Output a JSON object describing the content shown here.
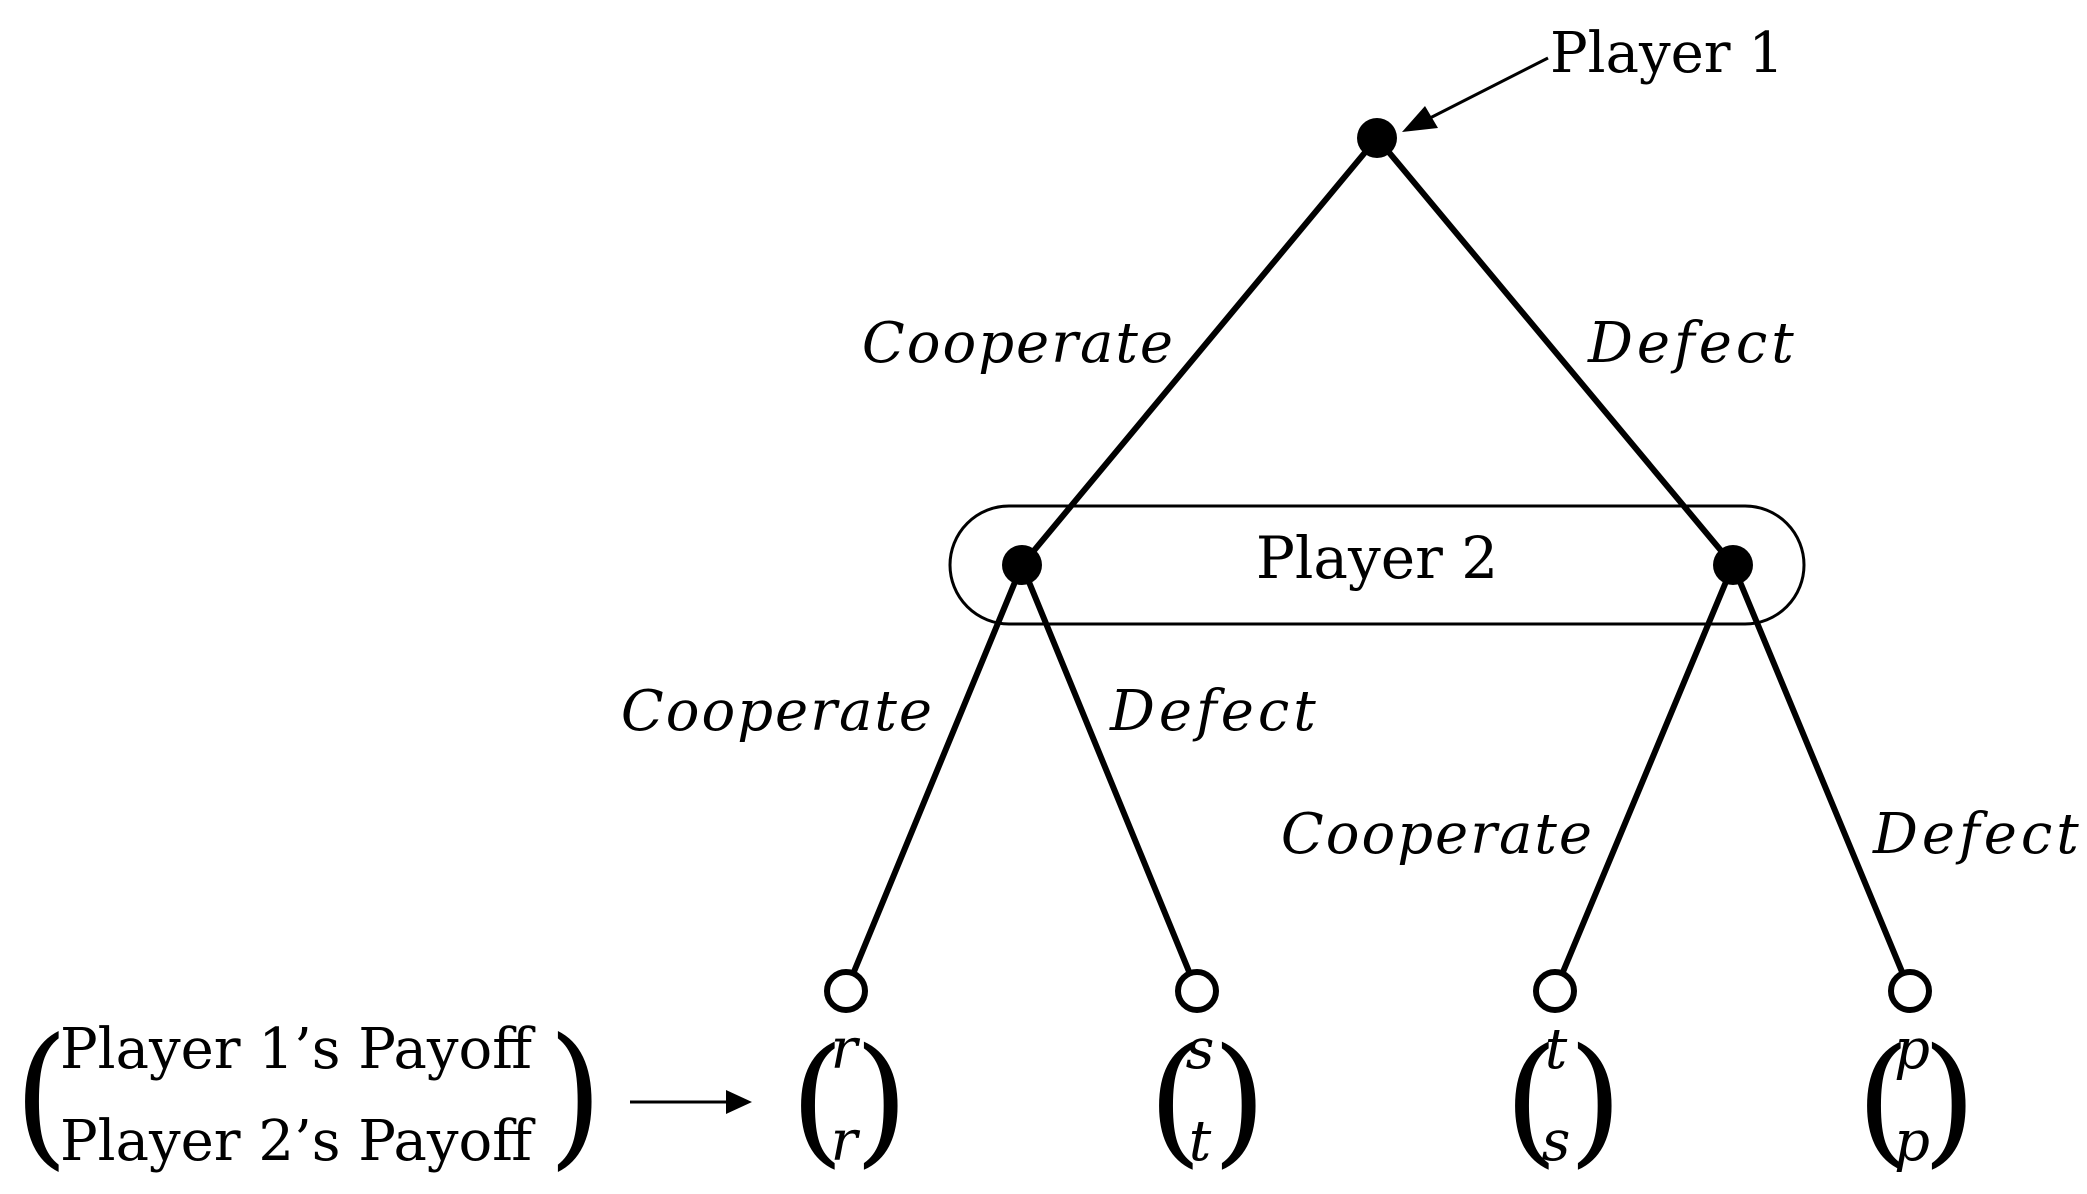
{
  "root": {
    "label": "Player 1"
  },
  "info_set": {
    "label": "Player 2"
  },
  "edges": {
    "p1_cooperate": "Cooperate",
    "p1_defect": "Defect",
    "p2_left_cooperate": "Cooperate",
    "p2_left_defect": "Defect",
    "p2_right_cooperate": "Cooperate",
    "p2_right_defect": "Defect"
  },
  "legend": {
    "line1": "Player 1’s Payoff",
    "line2": "Player 2’s Payoff"
  },
  "payoffs": [
    {
      "p1": "r",
      "p2": "r"
    },
    {
      "p1": "s",
      "p2": "t"
    },
    {
      "p1": "t",
      "p2": "s"
    },
    {
      "p1": "p",
      "p2": "p"
    }
  ]
}
